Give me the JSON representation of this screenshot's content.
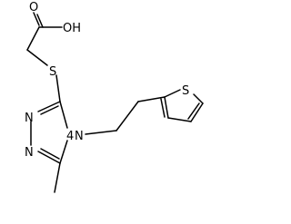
{
  "molecule": {
    "atoms": {
      "hydroxyl": "OH",
      "carbonyl_oxygen": "O",
      "thioether_sulfur": "S",
      "ring_nitrogen_top": "N",
      "ring_nitrogen_bottom": "N",
      "ring_nitrogen_4": "N",
      "ring_nitrogen_4_locant": "4",
      "thiophene_sulfur": "S"
    },
    "colors": {
      "bond": "#000000",
      "label": "#000000",
      "background": "#ffffff"
    }
  }
}
